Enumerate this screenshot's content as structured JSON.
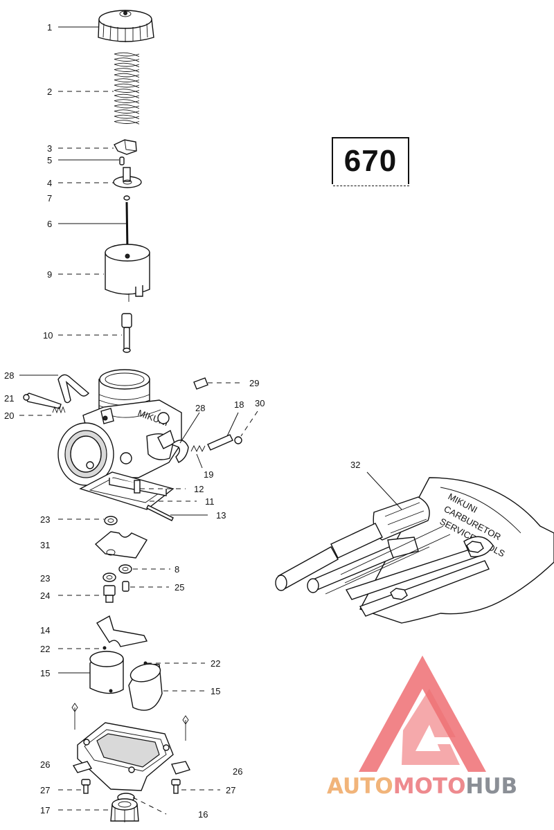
{
  "diagram": {
    "model_number": "670",
    "callouts": [
      {
        "id": "c1",
        "text": "1"
      },
      {
        "id": "c2",
        "text": "2"
      },
      {
        "id": "c3",
        "text": "3"
      },
      {
        "id": "c5",
        "text": "5"
      },
      {
        "id": "c4",
        "text": "4"
      },
      {
        "id": "c7",
        "text": "7"
      },
      {
        "id": "c6",
        "text": "6"
      },
      {
        "id": "c9",
        "text": "9"
      },
      {
        "id": "c10",
        "text": "10"
      },
      {
        "id": "c28a",
        "text": "28"
      },
      {
        "id": "c29",
        "text": "29"
      },
      {
        "id": "c21",
        "text": "21"
      },
      {
        "id": "c20",
        "text": "20"
      },
      {
        "id": "c28b",
        "text": "28"
      },
      {
        "id": "c18",
        "text": "18"
      },
      {
        "id": "c30",
        "text": "30"
      },
      {
        "id": "c19",
        "text": "19"
      },
      {
        "id": "c12",
        "text": "12"
      },
      {
        "id": "c11",
        "text": "11"
      },
      {
        "id": "c13",
        "text": "13"
      },
      {
        "id": "c23a",
        "text": "23"
      },
      {
        "id": "c31",
        "text": "31"
      },
      {
        "id": "c8",
        "text": "8"
      },
      {
        "id": "c23b",
        "text": "23"
      },
      {
        "id": "c24",
        "text": "24"
      },
      {
        "id": "c25",
        "text": "25"
      },
      {
        "id": "c14",
        "text": "14"
      },
      {
        "id": "c22a",
        "text": "22"
      },
      {
        "id": "c22b",
        "text": "22"
      },
      {
        "id": "c15a",
        "text": "15"
      },
      {
        "id": "c15b",
        "text": "15"
      },
      {
        "id": "c26a",
        "text": "26"
      },
      {
        "id": "c26b",
        "text": "26"
      },
      {
        "id": "c27a",
        "text": "27"
      },
      {
        "id": "c27b",
        "text": "27"
      },
      {
        "id": "c17",
        "text": "17"
      },
      {
        "id": "c16",
        "text": "16"
      },
      {
        "id": "c32",
        "text": "32"
      }
    ],
    "carb_brand_text": "MIKUNI",
    "tool_bag_text": [
      "MIKUNI",
      "CARBURETOR",
      "SERVICE TOOLS"
    ]
  },
  "watermark": {
    "part_a": "AUTO",
    "part_b": "MOTO",
    "part_c": "HUB",
    "colors": {
      "auto": "#f1b47a",
      "moto": "#ee8a8e",
      "hub": "#8b8f96",
      "triangle": "#ef6f73"
    }
  }
}
